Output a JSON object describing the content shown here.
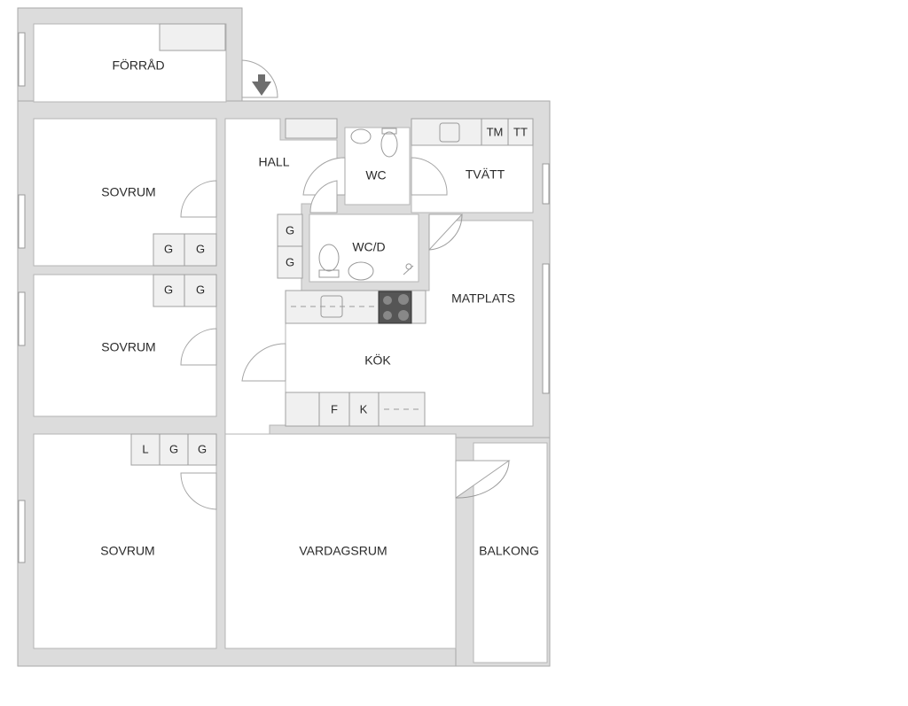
{
  "rooms": {
    "forrad": "FÖRRÅD",
    "hall": "HALL",
    "wc": "WC",
    "tvatt": "TVÄTT",
    "wcd": "WC/D",
    "sovrum1": "SOVRUM",
    "sovrum2": "SOVRUM",
    "sovrum3": "SOVRUM",
    "matplats": "MATPLATS",
    "kok": "KÖK",
    "vardagsrum": "VARDAGSRUM",
    "balkong": "BALKONG"
  },
  "fixtures": {
    "tm": "TM",
    "tt": "TT",
    "g": "G",
    "l": "L",
    "f": "F",
    "k": "K"
  },
  "colors": {
    "wall": "#dcdcdc",
    "room": "#ffffff",
    "stove": "#555555"
  }
}
